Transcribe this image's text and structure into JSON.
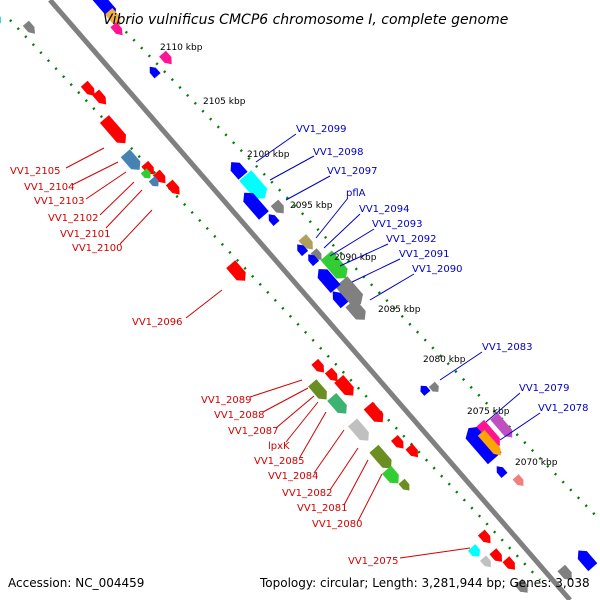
{
  "title": "Vibrio vulnificus CMCP6 chromosome I, complete genome",
  "accession": "Accession: NC_004459",
  "topology": "Topology: circular; Length: 3,281,944 bp; Genes: 3,038",
  "colors": {
    "backbone": "#808080",
    "tick": "#008000",
    "forward": "#ff0000",
    "reverse": "#0000ff",
    "label_forward": "#d40000",
    "label_reverse": "#0000c8"
  },
  "kbp_ticks": [
    "2110 kbp",
    "2105 kbp",
    "2100 kbp",
    "2095 kbp",
    "2090 kbp",
    "2085 kbp",
    "2080 kbp",
    "2075 kbp",
    "2070 kbp"
  ],
  "labels_forward": [
    "VV1_2105",
    "VV1_2104",
    "VV1_2103",
    "VV1_2102",
    "VV1_2101",
    "VV1_2100",
    "VV1_2096",
    "VV1_2089",
    "VV1_2088",
    "VV1_2087",
    "lpxK",
    "VV1_2085",
    "VV1_2084",
    "VV1_2082",
    "VV1_2081",
    "VV1_2080",
    "VV1_2075"
  ],
  "labels_reverse": [
    "VV1_2099",
    "VV1_2098",
    "VV1_2097",
    "pflA",
    "VV1_2094",
    "VV1_2093",
    "VV1_2092",
    "VV1_2091",
    "VV1_2090",
    "VV1_2083",
    "VV1_2079",
    "VV1_2078"
  ]
}
